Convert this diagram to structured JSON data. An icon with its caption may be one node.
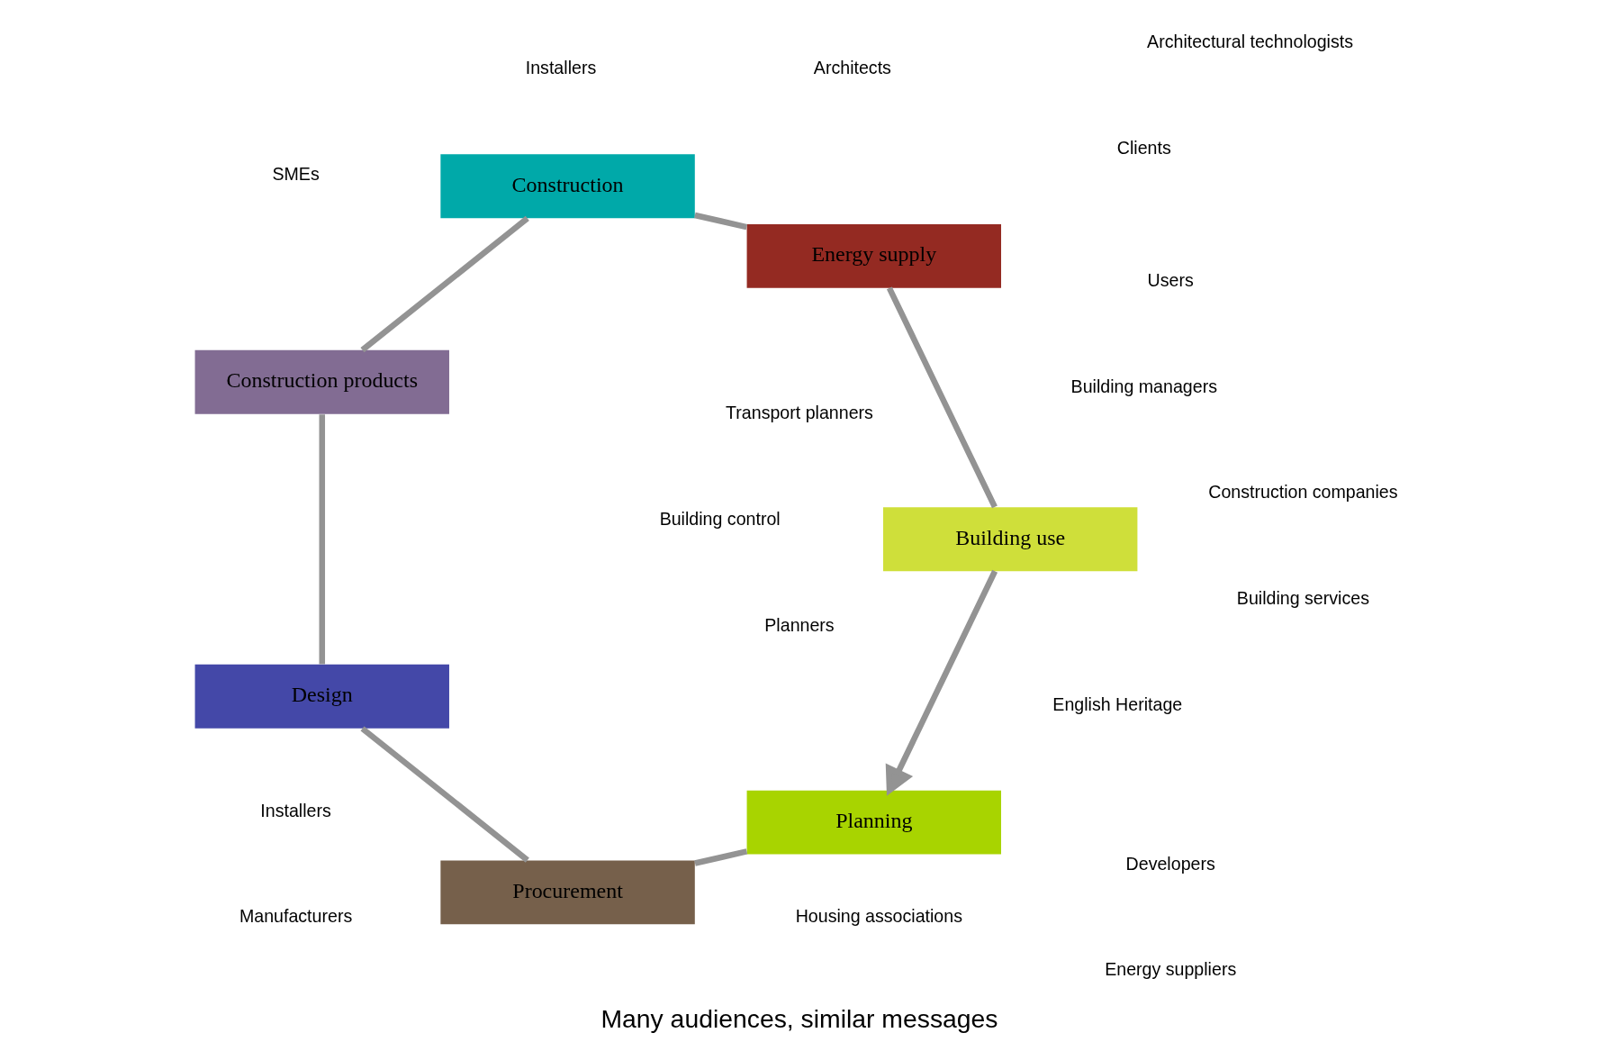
{
  "diagram": {
    "title": "Many audiences, similar messages",
    "nodes": [
      {
        "text": [
          "Planning"
        ]
      },
      {
        "text": [
          "Procurement"
        ]
      },
      {
        "text": [
          "Design"
        ]
      },
      {
        "text": [
          "Construction products"
        ]
      },
      {
        "text": [
          "Construction"
        ]
      },
      {
        "text": [
          "Energy supply"
        ]
      },
      {
        "text": [
          "Building use"
        ]
      }
    ],
    "edges": [
      {
        "from": 0,
        "to": 1,
        "arrow": "none"
      },
      {
        "from": 1,
        "to": 2,
        "arrow": "none"
      },
      {
        "from": 2,
        "to": 3,
        "arrow": "none"
      },
      {
        "from": 3,
        "to": 4,
        "arrow": "none"
      },
      {
        "from": 4,
        "to": 5,
        "arrow": "none"
      },
      {
        "from": 5,
        "to": 6,
        "arrow": "none"
      },
      {
        "from": 6,
        "to": 0,
        "arrow": "to"
      }
    ],
    "labels": [
      "Transport planners",
      "Building control",
      "Planners",
      "English Heritage",
      "Building managers",
      "Clients",
      "Developers",
      "Users",
      "Housing associations",
      "Architects",
      "Installers",
      "Architectural technologists",
      "Energy suppliers",
      "Building services",
      "Construction companies",
      "SMEs",
      "Installers",
      "Manufacturers"
    ]
  }
}
